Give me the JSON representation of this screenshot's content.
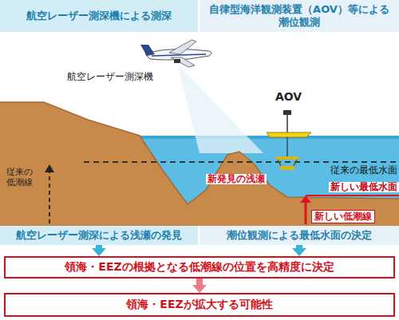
{
  "diagram": {
    "nodes": [
      {
        "text": [
          "航空レーザー測深機による測深"
        ]
      },
      {
        "text": [
          "自律型海洋観測装置（AOV）等による 潮位観測"
        ]
      },
      {
        "text": [
          "航空レーザー測深による浅瀬の発見"
        ]
      },
      {
        "text": [
          "潮位観測による最低水面の決定"
        ]
      },
      {
        "text": [
          "領海・EEZの根拠となる低潮線の位置を高精度に決定"
        ]
      },
      {
        "text": [
          "領海・EEZが拡大する可能性"
        ]
      }
    ],
    "edges": [
      {
        "from": 2,
        "to": 4,
        "arrow": "to"
      },
      {
        "from": 3,
        "to": 4,
        "arrow": "to"
      },
      {
        "from": 4,
        "to": 5,
        "arrow": "to"
      }
    ],
    "labels": [
      "航空レーザー測深機",
      "AOV",
      "従来の最低水面",
      "新しい最低水面",
      "新発見の浅瀬",
      "従来の 低潮線",
      "新しい低潮線"
    ]
  }
}
